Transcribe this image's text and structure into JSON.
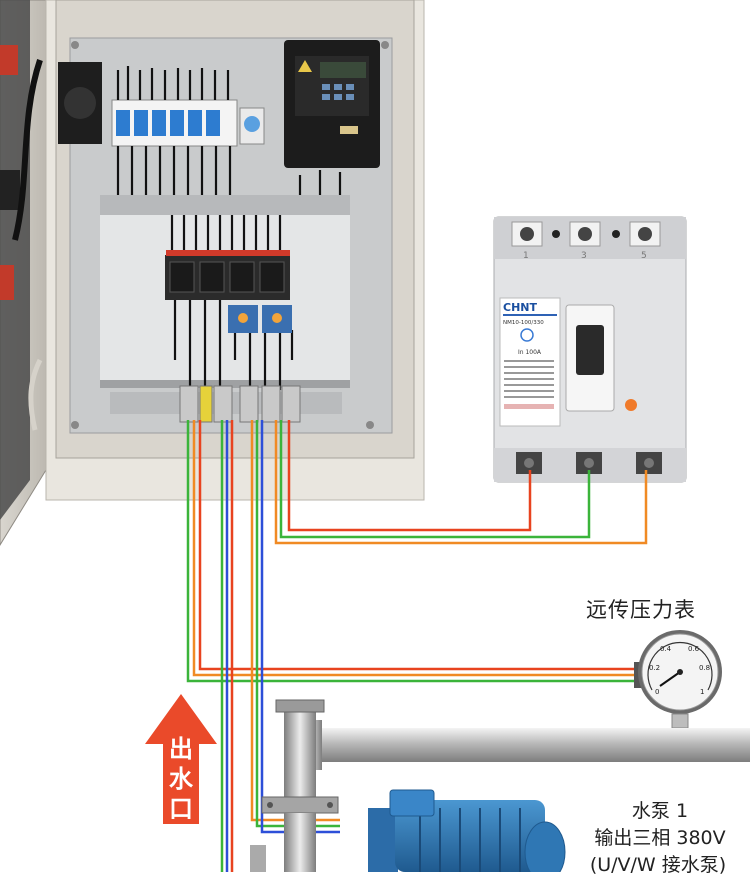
{
  "gauge": {
    "label": "远传压力表",
    "scale": [
      "0",
      "0.2",
      "0.4",
      "0.6",
      "0.8",
      "1"
    ]
  },
  "pump": {
    "line1": "水泵 1",
    "line2": "输出三相 380V",
    "line3": "(U/V/W 接水泵)"
  },
  "outlet": {
    "label": "出水口",
    "chars": [
      "出",
      "水",
      "口"
    ]
  },
  "breaker": {
    "brand": "CHNT",
    "model": "NM10-100/330",
    "rating": "In 100A",
    "terminals_top": [
      "1",
      "3",
      "5"
    ]
  },
  "colors": {
    "wire_red": "#e8431f",
    "wire_green": "#3bb43a",
    "wire_orange": "#f08a24",
    "wire_blue": "#2d4fd8",
    "arrow": "#ea4a2a",
    "motor": "#2e79b8",
    "panel": "#e9e6df"
  }
}
